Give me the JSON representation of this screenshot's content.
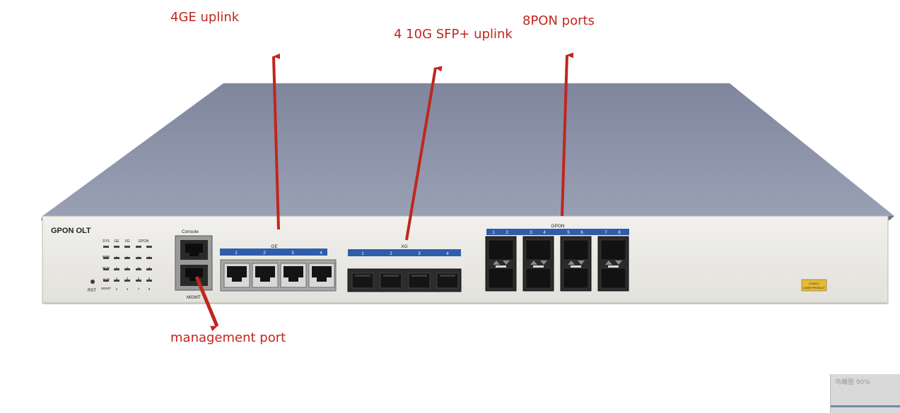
{
  "annotations": {
    "ge_uplink": "4GE uplink",
    "xg_uplink": "4 10G SFP+ uplink",
    "pon_ports": "8PON ports",
    "management_port": "management port"
  },
  "panel": {
    "brand": "GPON OLT",
    "console_label": "Console",
    "mgmt_label": "MGMT",
    "reset_label": "RST",
    "led_headers": [
      "SYS",
      "GE",
      "XG",
      "GPON"
    ],
    "led_row_labels": [
      "PWR",
      "RUN",
      "ALM",
      "MGMT"
    ],
    "led_numbers": [
      "1",
      "2",
      "3",
      "4",
      "5",
      "6",
      "7",
      "8"
    ],
    "ge_group_label": "GE",
    "ge_port_numbers": [
      "1",
      "2",
      "3",
      "4"
    ],
    "xg_group_label": "XG",
    "xg_port_numbers": [
      "1",
      "2",
      "3",
      "4"
    ],
    "gpon_group_label": "GPON",
    "gpon_port_numbers": [
      "1",
      "2",
      "3",
      "4",
      "5",
      "6",
      "7",
      "8"
    ],
    "laser_sticker_lines": [
      "CLASS 1",
      "LASER PRODUCT"
    ]
  },
  "colors": {
    "annotation": "#c0261f",
    "port_label_strip": "#2f5dab",
    "panel": "#e9e8e3",
    "lid": "#8a90a6"
  },
  "overlay": {
    "thumbnail_text": "鸟瞰图 90%"
  }
}
